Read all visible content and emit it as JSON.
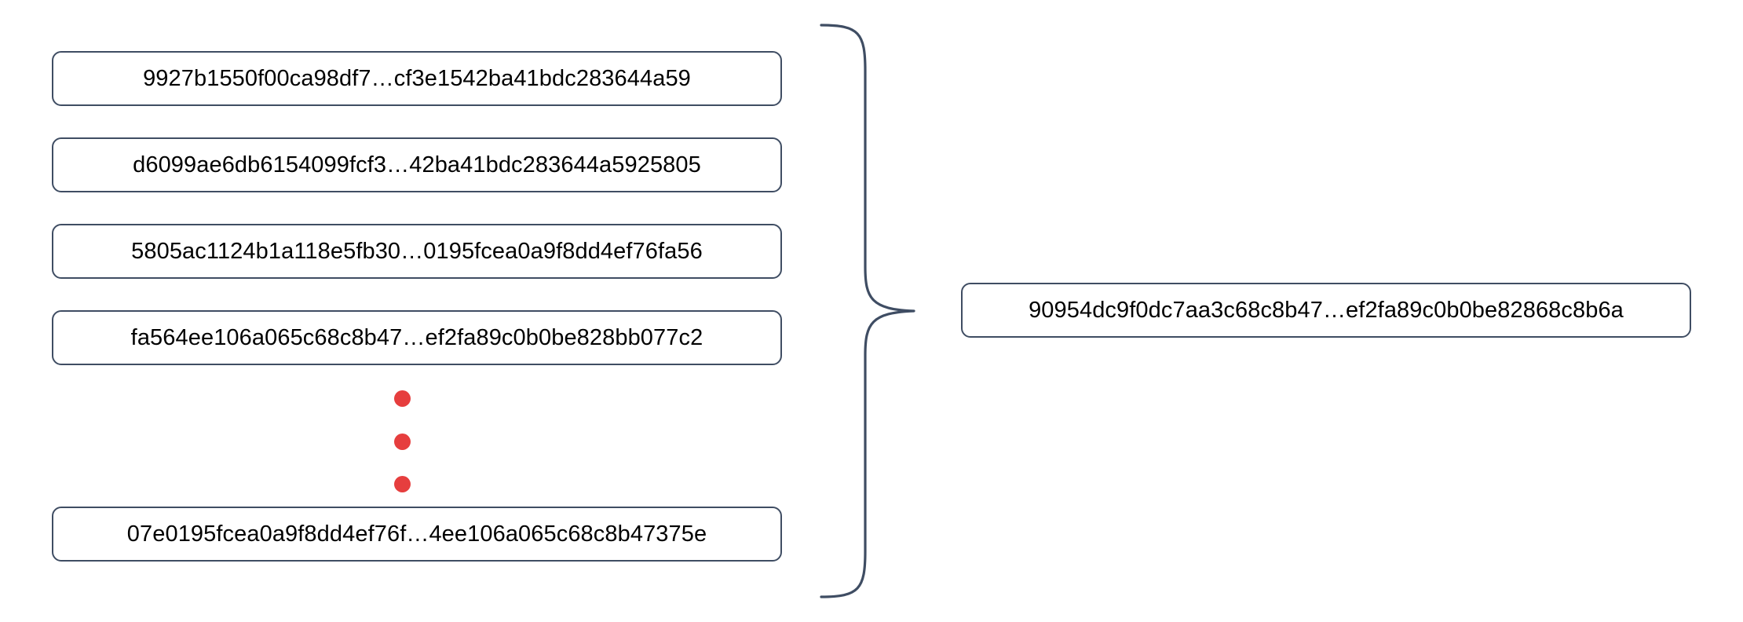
{
  "diagram": {
    "type": "many-to-one-hash-aggregation",
    "title": "",
    "brace_icon": "right-curly-brace-icon",
    "ellipsis_icon": "vertical-ellipsis-dots-icon",
    "colors": {
      "box_border": "#3f4d63",
      "box_fill": "#ffffff",
      "text": "#000000",
      "dot": "#e63e3e",
      "brace": "#3f4d63"
    },
    "inputs": [
      {
        "label": "9927b1550f00ca98df7…cf3e1542ba41bdc283644a59"
      },
      {
        "label": "d6099ae6db6154099fcf3…42ba41bdc283644a5925805"
      },
      {
        "label": "5805ac1124b1a118e5fb30…0195fcea0a9f8dd4ef76fa56"
      },
      {
        "label": "fa564ee106a065c68c8b47…ef2fa89c0b0be828bb077c2"
      },
      {
        "label": "07e0195fcea0a9f8dd4ef76f…4ee106a065c68c8b47375e"
      }
    ],
    "ellipsis_dot_count": 3,
    "output": {
      "label": "90954dc9f0dc7aa3c68c8b47…ef2fa89c0b0be82868c8b6a"
    }
  }
}
